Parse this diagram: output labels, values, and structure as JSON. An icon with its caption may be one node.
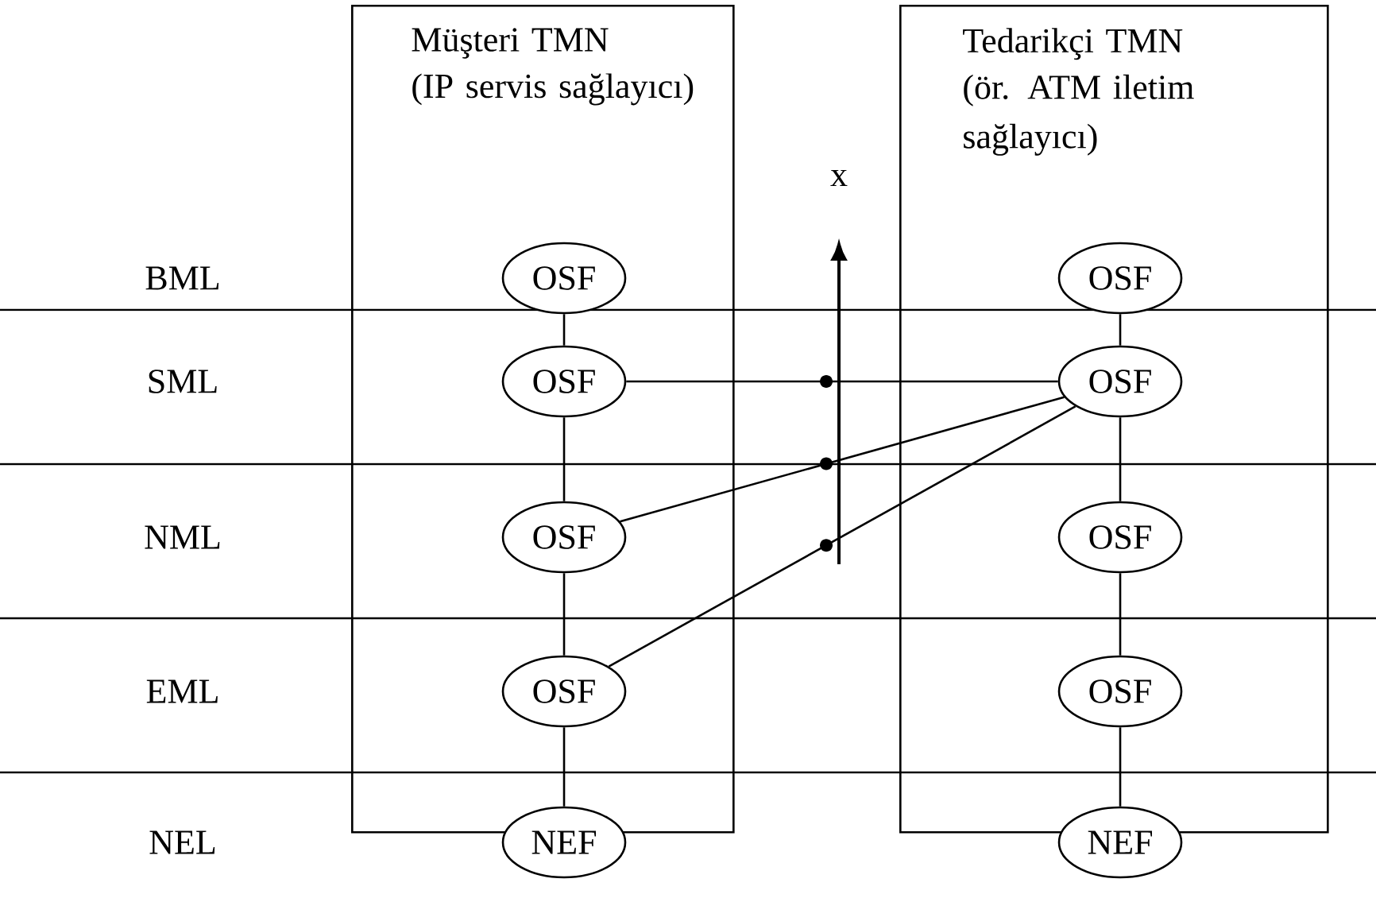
{
  "diagram": {
    "nodes": [
      {
        "text": [
          "Müşteri TMN",
          "(IP servis sağlayıcı)"
        ]
      },
      {
        "text": [
          "Tedarikçi TMN",
          "(ör. ATM iletim sağlayıcı)"
        ]
      },
      {
        "text": [
          "OSF"
        ],
        "in": 0
      },
      {
        "text": [
          "OSF"
        ],
        "in": 0
      },
      {
        "text": [
          "OSF"
        ],
        "in": 0
      },
      {
        "text": [
          "OSF"
        ],
        "in": 0
      },
      {
        "text": [
          "NEF"
        ]
      },
      {
        "text": [
          "OSF"
        ],
        "in": 1
      },
      {
        "text": [
          "OSF"
        ],
        "in": 1
      },
      {
        "text": [
          "OSF"
        ],
        "in": 1
      },
      {
        "text": [
          "OSF"
        ],
        "in": 1
      },
      {
        "text": [
          "NEF"
        ]
      }
    ],
    "edges": [
      {
        "from": 2,
        "to": 3,
        "arrow": "none"
      },
      {
        "from": 3,
        "to": 4,
        "arrow": "none"
      },
      {
        "from": 4,
        "to": 5,
        "arrow": "none"
      },
      {
        "from": 5,
        "to": 6,
        "arrow": "none"
      },
      {
        "from": 7,
        "to": 8,
        "arrow": "none"
      },
      {
        "from": 8,
        "to": 9,
        "arrow": "none"
      },
      {
        "from": 9,
        "to": 10,
        "arrow": "none"
      },
      {
        "from": 10,
        "to": 11,
        "arrow": "none"
      },
      {
        "from": 3,
        "to": 8,
        "arrow": "none"
      },
      {
        "from": 4,
        "to": 8,
        "arrow": "none"
      },
      {
        "from": 5,
        "to": 8,
        "arrow": "none"
      }
    ],
    "labels": [
      "x",
      "BML",
      "SML",
      "NML",
      "EML",
      "NEL"
    ]
  }
}
